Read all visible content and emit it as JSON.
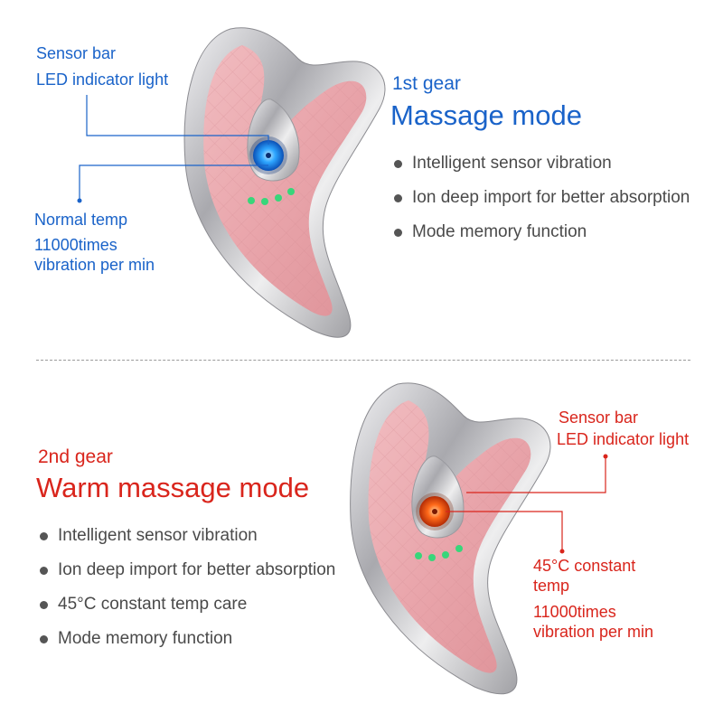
{
  "top": {
    "gear": "1st gear",
    "mode": "Massage mode",
    "sensor_label": [
      "Sensor bar",
      "LED indicator light"
    ],
    "temp_label": [
      "Normal temp",
      "11000times",
      "vibration per min"
    ],
    "features": [
      "Intelligent sensor vibration",
      "Ion deep import for better absorption",
      "Mode memory function"
    ]
  },
  "bottom": {
    "gear": "2nd gear",
    "mode": "Warm massage mode",
    "sensor_label": [
      "Sensor bar",
      "LED indicator light"
    ],
    "temp_label": [
      "45°C constant",
      "temp",
      "11000times",
      "vibration per min"
    ],
    "features": [
      "Intelligent sensor vibration",
      "Ion deep import for better absorption",
      "45°C constant temp care",
      "Mode memory function"
    ]
  },
  "colors": {
    "blue": "#1a63c9",
    "red": "#d9251c",
    "pink": "#e8a8ad",
    "chrome": "#c9c9cc",
    "led_blue": "#29a9ff",
    "led_orange": "#ff6a1a",
    "led_green": "#2ecc71"
  }
}
